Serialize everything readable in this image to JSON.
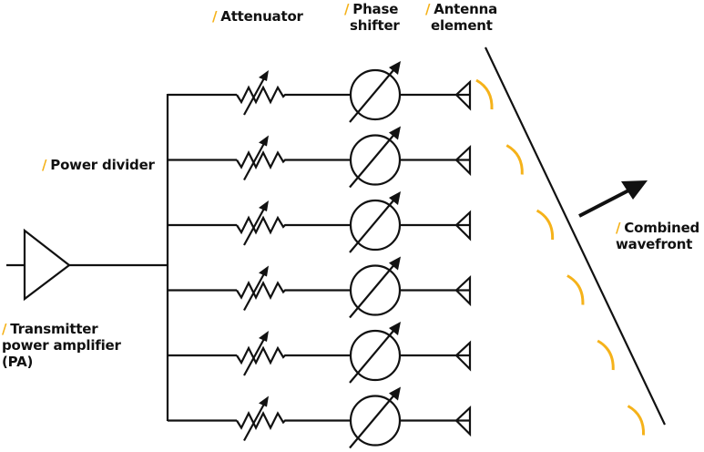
{
  "colors": {
    "accent": "#F5B21A",
    "stroke": "#111111",
    "background": "#FFFFFF"
  },
  "labels": {
    "attenuator": {
      "slash": "/",
      "lines": [
        "Attenuator"
      ]
    },
    "phase_shifter": {
      "slash": "/",
      "lines": [
        "Phase",
        "shifter"
      ]
    },
    "antenna_element": {
      "slash": "/",
      "lines": [
        "Antenna",
        "element"
      ]
    },
    "power_divider": {
      "slash": "/",
      "lines": [
        "Power divider"
      ]
    },
    "transmitter_pa": {
      "slash": "/",
      "lines": [
        "Transmitter",
        "power amplifier",
        "(PA)"
      ]
    },
    "combined_wavefront": {
      "slash": "/",
      "lines": [
        "Combined",
        "wavefront"
      ]
    }
  },
  "diagram": {
    "branch_count": 6,
    "components_per_branch": [
      "attenuator",
      "phase-shifter",
      "antenna-element"
    ]
  }
}
